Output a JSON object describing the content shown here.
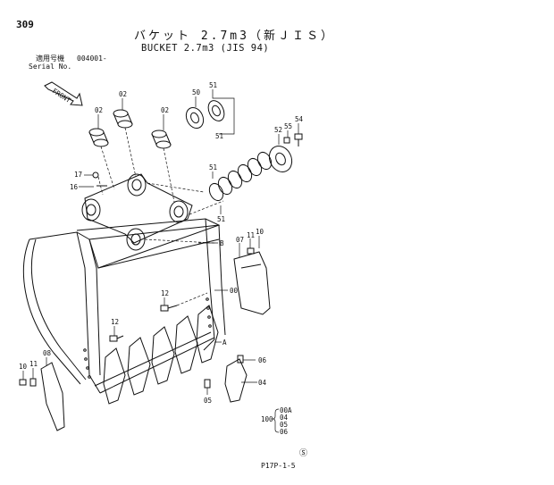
{
  "page_number": "309",
  "title_jp": "バケット 2.7m3（新ＪＩＳ）",
  "title_en": "BUCKET 2.7m3 (JIS 94)",
  "serial_label_jp": "適用号機",
  "serial_code": "004001-",
  "serial_label_en": "Serial No.",
  "front_arrow_label": "FRONT",
  "figure_code": "P17P-1-5",
  "copyright_mark": "Ⓢ",
  "callouts": {
    "c02a": "02",
    "c02b": "02",
    "c02c": "02",
    "c50": "50",
    "c51a": "51",
    "c51b": "51",
    "c51c": "51",
    "c51d": "51",
    "c52": "52",
    "c55": "55",
    "c54": "54",
    "c17": "17",
    "c16": "16",
    "cB": "B",
    "c07": "07",
    "c10a": "10",
    "c11a": "11",
    "c00": "00",
    "c12a": "12",
    "c12b": "12",
    "cA": "A",
    "c10b": "10",
    "c11b": "11",
    "c08": "08",
    "c06": "06",
    "c04": "04",
    "c05": "05"
  },
  "assembly_group": {
    "prefix": "100",
    "items": [
      "00A",
      "04",
      "05",
      "06"
    ]
  }
}
